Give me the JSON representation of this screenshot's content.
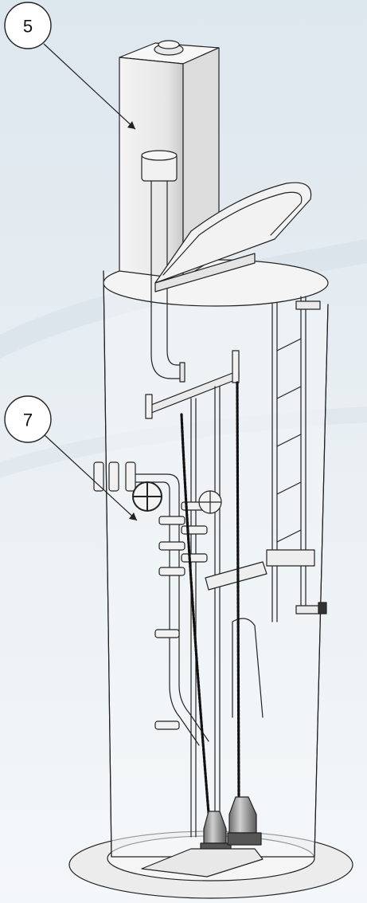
{
  "figure": {
    "callouts": [
      {
        "id": "callout-5",
        "label": "5"
      },
      {
        "id": "callout-7",
        "label": "7"
      }
    ],
    "colors": {
      "background_top": "#dfe8ee",
      "background_bottom": "#f3f6f8",
      "line": "#222222",
      "fill_light": "#f7f7f7",
      "fill_shadow": "#cfcfcf"
    }
  }
}
